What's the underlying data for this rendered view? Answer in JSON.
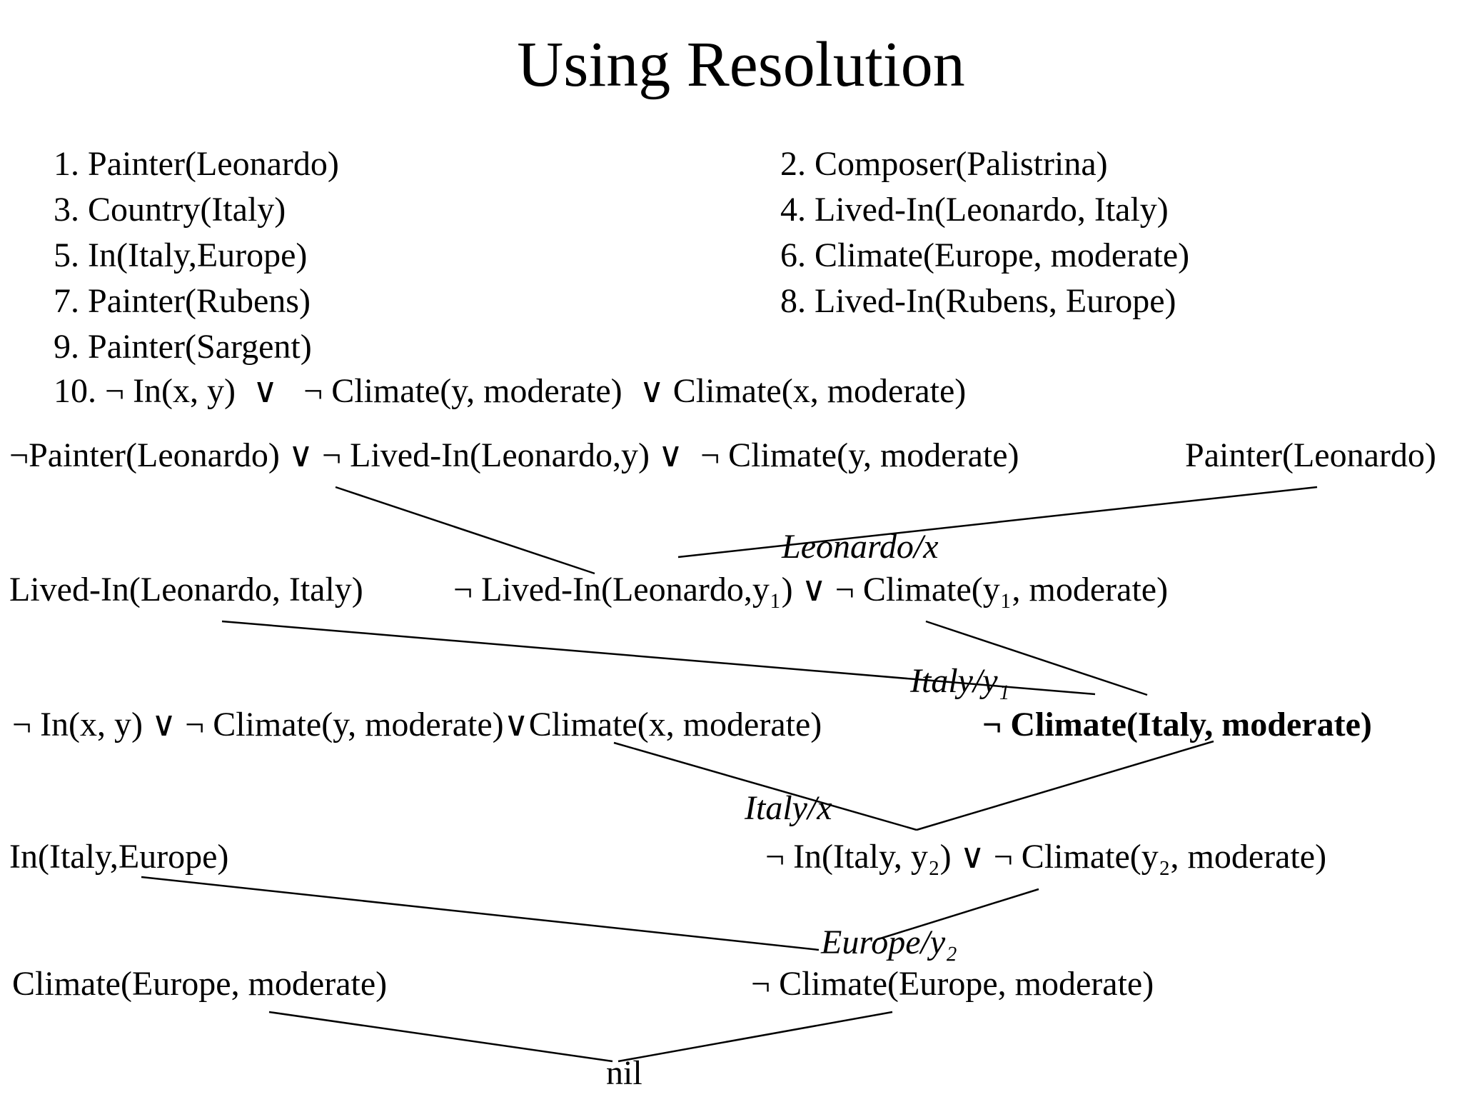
{
  "slide": {
    "title": "Using Resolution",
    "background_color": "#ffffff",
    "text_color": "#000000"
  },
  "premises": {
    "left": [
      "1. Painter(Leonardo)",
      "3. Country(Italy)",
      "5. In(Italy,Europe)",
      "7. Painter(Rubens)",
      "9. Painter(Sargent)",
      "10. ¬ In(x, y)  ∨   ¬ Climate(y, moderate)  ∨ Climate(x, moderate)"
    ],
    "right": [
      "2. Composer(Palistrina)",
      "4. Lived-In(Leonardo, Italy)",
      "6. Climate(Europe, moderate)",
      "8. Lived-In(Rubens, Europe)"
    ]
  },
  "derivation": {
    "step1": {
      "left_clause": "¬Painter(Leonardo) ∨ ¬ Lived-In(Leonardo,y) ∨  ¬ Climate(y, moderate)",
      "right_clause": "Painter(Leonardo)",
      "substitution": "Leonardo/x"
    },
    "step2": {
      "left_clause": "Lived-In(Leonardo, Italy)",
      "right_clause": "¬ Lived-In(Leonardo,y₁) ∨ ¬ Climate(y₁, moderate)",
      "substitution": "Italy/y₁"
    },
    "step3": {
      "left_clause": "¬ In(x, y) ∨ ¬ Climate(y, moderate)∨Climate(x, moderate)",
      "right_clause": "¬ Climate(Italy, moderate)",
      "substitution": "Italy/x"
    },
    "step4": {
      "left_clause": "In(Italy,Europe)",
      "right_clause": "¬ In(Italy, y₂) ∨ ¬ Climate(y₂, moderate)",
      "substitution": "Europe/y₂"
    },
    "step5": {
      "left_clause": "Climate(Europe, moderate)",
      "right_clause": "¬ Climate(Europe, moderate)"
    },
    "result": "nil"
  }
}
